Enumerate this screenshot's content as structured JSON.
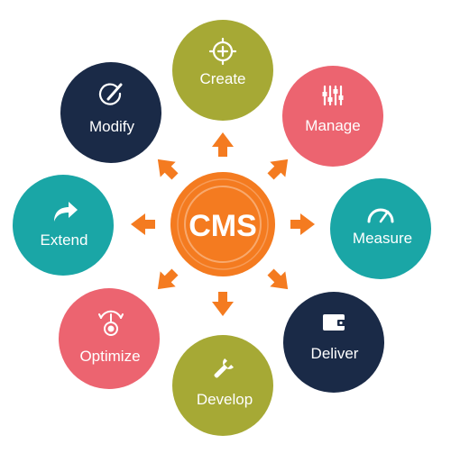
{
  "center": {
    "label": "CMS",
    "color": "#f47b20"
  },
  "arrow_color": "#f47b20",
  "nodes": [
    {
      "id": "create",
      "label": "Create",
      "icon": "plus-circle-icon",
      "color": "#a6a935"
    },
    {
      "id": "manage",
      "label": "Manage",
      "icon": "sliders-icon",
      "color": "#ec6470"
    },
    {
      "id": "measure",
      "label": "Measure",
      "icon": "gauge-icon",
      "color": "#1aa6a6"
    },
    {
      "id": "deliver",
      "label": "Deliver",
      "icon": "wallet-icon",
      "color": "#1a2a47"
    },
    {
      "id": "develop",
      "label": "Develop",
      "icon": "wrench-icon",
      "color": "#a6a935"
    },
    {
      "id": "optimize",
      "label": "Optimize",
      "icon": "optimize-dial-icon",
      "color": "#ec6470"
    },
    {
      "id": "extend",
      "label": "Extend",
      "icon": "share-arrow-icon",
      "color": "#1aa6a6"
    },
    {
      "id": "modify",
      "label": "Modify",
      "icon": "pencil-circle-icon",
      "color": "#1a2a47"
    }
  ]
}
